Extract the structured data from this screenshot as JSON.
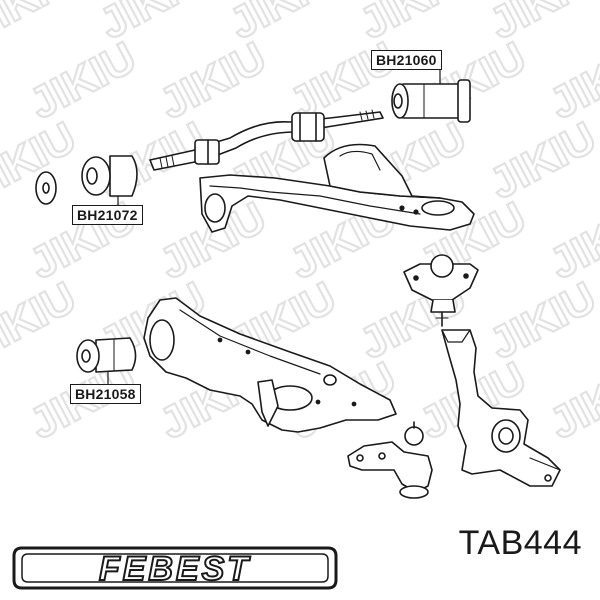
{
  "callouts": {
    "upper_arm_rear_bushing": "BH21060",
    "upper_arm_front_bushing": "BH21072",
    "lower_arm_bushing": "BH21058"
  },
  "brand": {
    "logo_text": "FEBEST",
    "watermark_text": "JIKIU"
  },
  "product": {
    "part_number": "TAB444"
  },
  "colors": {
    "line": "#1a1a1a",
    "watermark": "#e2e2e2",
    "background": "#ffffff"
  }
}
